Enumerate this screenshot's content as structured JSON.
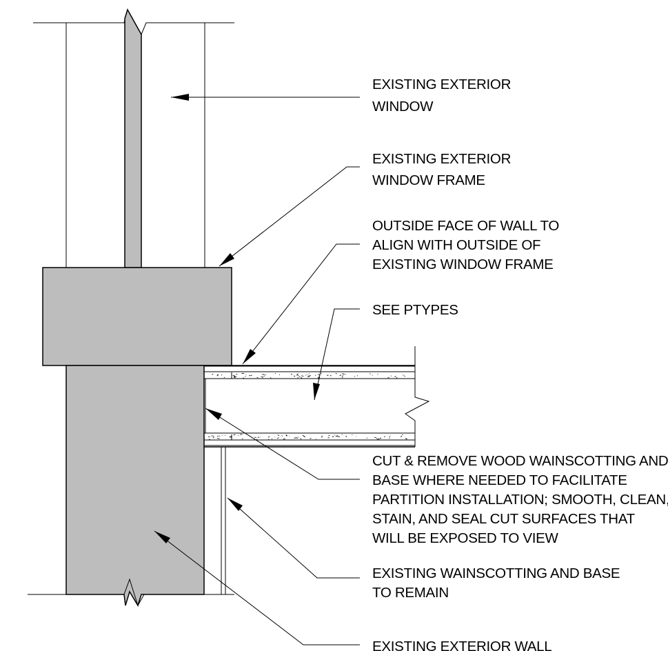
{
  "title": "",
  "colors": {
    "wall_fill": "#bdbdbd",
    "line": "#000000",
    "background": "#ffffff"
  },
  "callouts": [
    {
      "id": "window",
      "lines": [
        "EXISTING EXTERIOR",
        "WINDOW"
      ]
    },
    {
      "id": "window-frame",
      "lines": [
        "EXISTING EXTERIOR",
        "WINDOW FRAME"
      ]
    },
    {
      "id": "outside-face",
      "lines": [
        "OUTSIDE FACE OF WALL TO",
        "ALIGN WITH OUTSIDE OF",
        "EXISTING WINDOW FRAME"
      ]
    },
    {
      "id": "ptypes",
      "lines": [
        "SEE PTYPES"
      ]
    },
    {
      "id": "cut-remove",
      "lines": [
        "CUT & REMOVE WOOD WAINSCOTTING AND",
        "BASE WHERE NEEDED TO FACILITATE",
        "PARTITION INSTALLATION; SMOOTH, CLEAN,",
        "STAIN, AND SEAL CUT SURFACES THAT",
        "WILL BE EXPOSED TO VIEW"
      ]
    },
    {
      "id": "wainscotting",
      "lines": [
        "EXISTING WAINSCOTTING AND BASE",
        "TO REMAIN"
      ]
    },
    {
      "id": "exterior-wall",
      "lines": [
        "EXISTING EXTERIOR WALL"
      ]
    }
  ]
}
